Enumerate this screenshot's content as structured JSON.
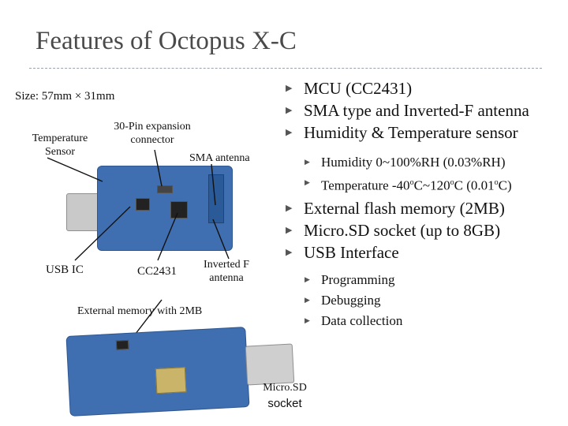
{
  "slide": {
    "title": "Features of Octopus X-C"
  },
  "labels": {
    "size": "Size: 57mm × 31mm",
    "temperature_sensor": "Temperature Sensor",
    "expansion_connector": "30-Pin expansion connector",
    "sma_antenna": "SMA antenna",
    "usb_ic": "USB IC",
    "cc2431": "CC2431",
    "inverted_f_antenna": "Inverted F antenna",
    "external_memory": "External memory with 2MB",
    "microsd_socket_line1": "Micro.SD",
    "microsd_socket_line2": "socket"
  },
  "features": {
    "group1": [
      "MCU (CC2431)",
      "SMA type and Inverted-F antenna",
      "Humidity & Temperature sensor"
    ],
    "humidity": "Humidity 0~100%RH (0.03%RH)",
    "temperature": {
      "prefix": "Temperature -40",
      "sup1": "o",
      "mid": "C~120",
      "sup2": "o",
      "mid2": "C (0.01",
      "sup3": "o",
      "end": "C)"
    },
    "group2": [
      "External flash memory (2MB)",
      "Micro.SD socket (up to 8GB)",
      "USB Interface"
    ],
    "usb_sub": [
      "Programming",
      "Debugging",
      "Data collection"
    ]
  },
  "colors": {
    "title": "#4a4a4a",
    "board": "#3f6fb0",
    "bullet": "#555555"
  },
  "icons": {
    "bullet": "right-triangle-icon"
  }
}
